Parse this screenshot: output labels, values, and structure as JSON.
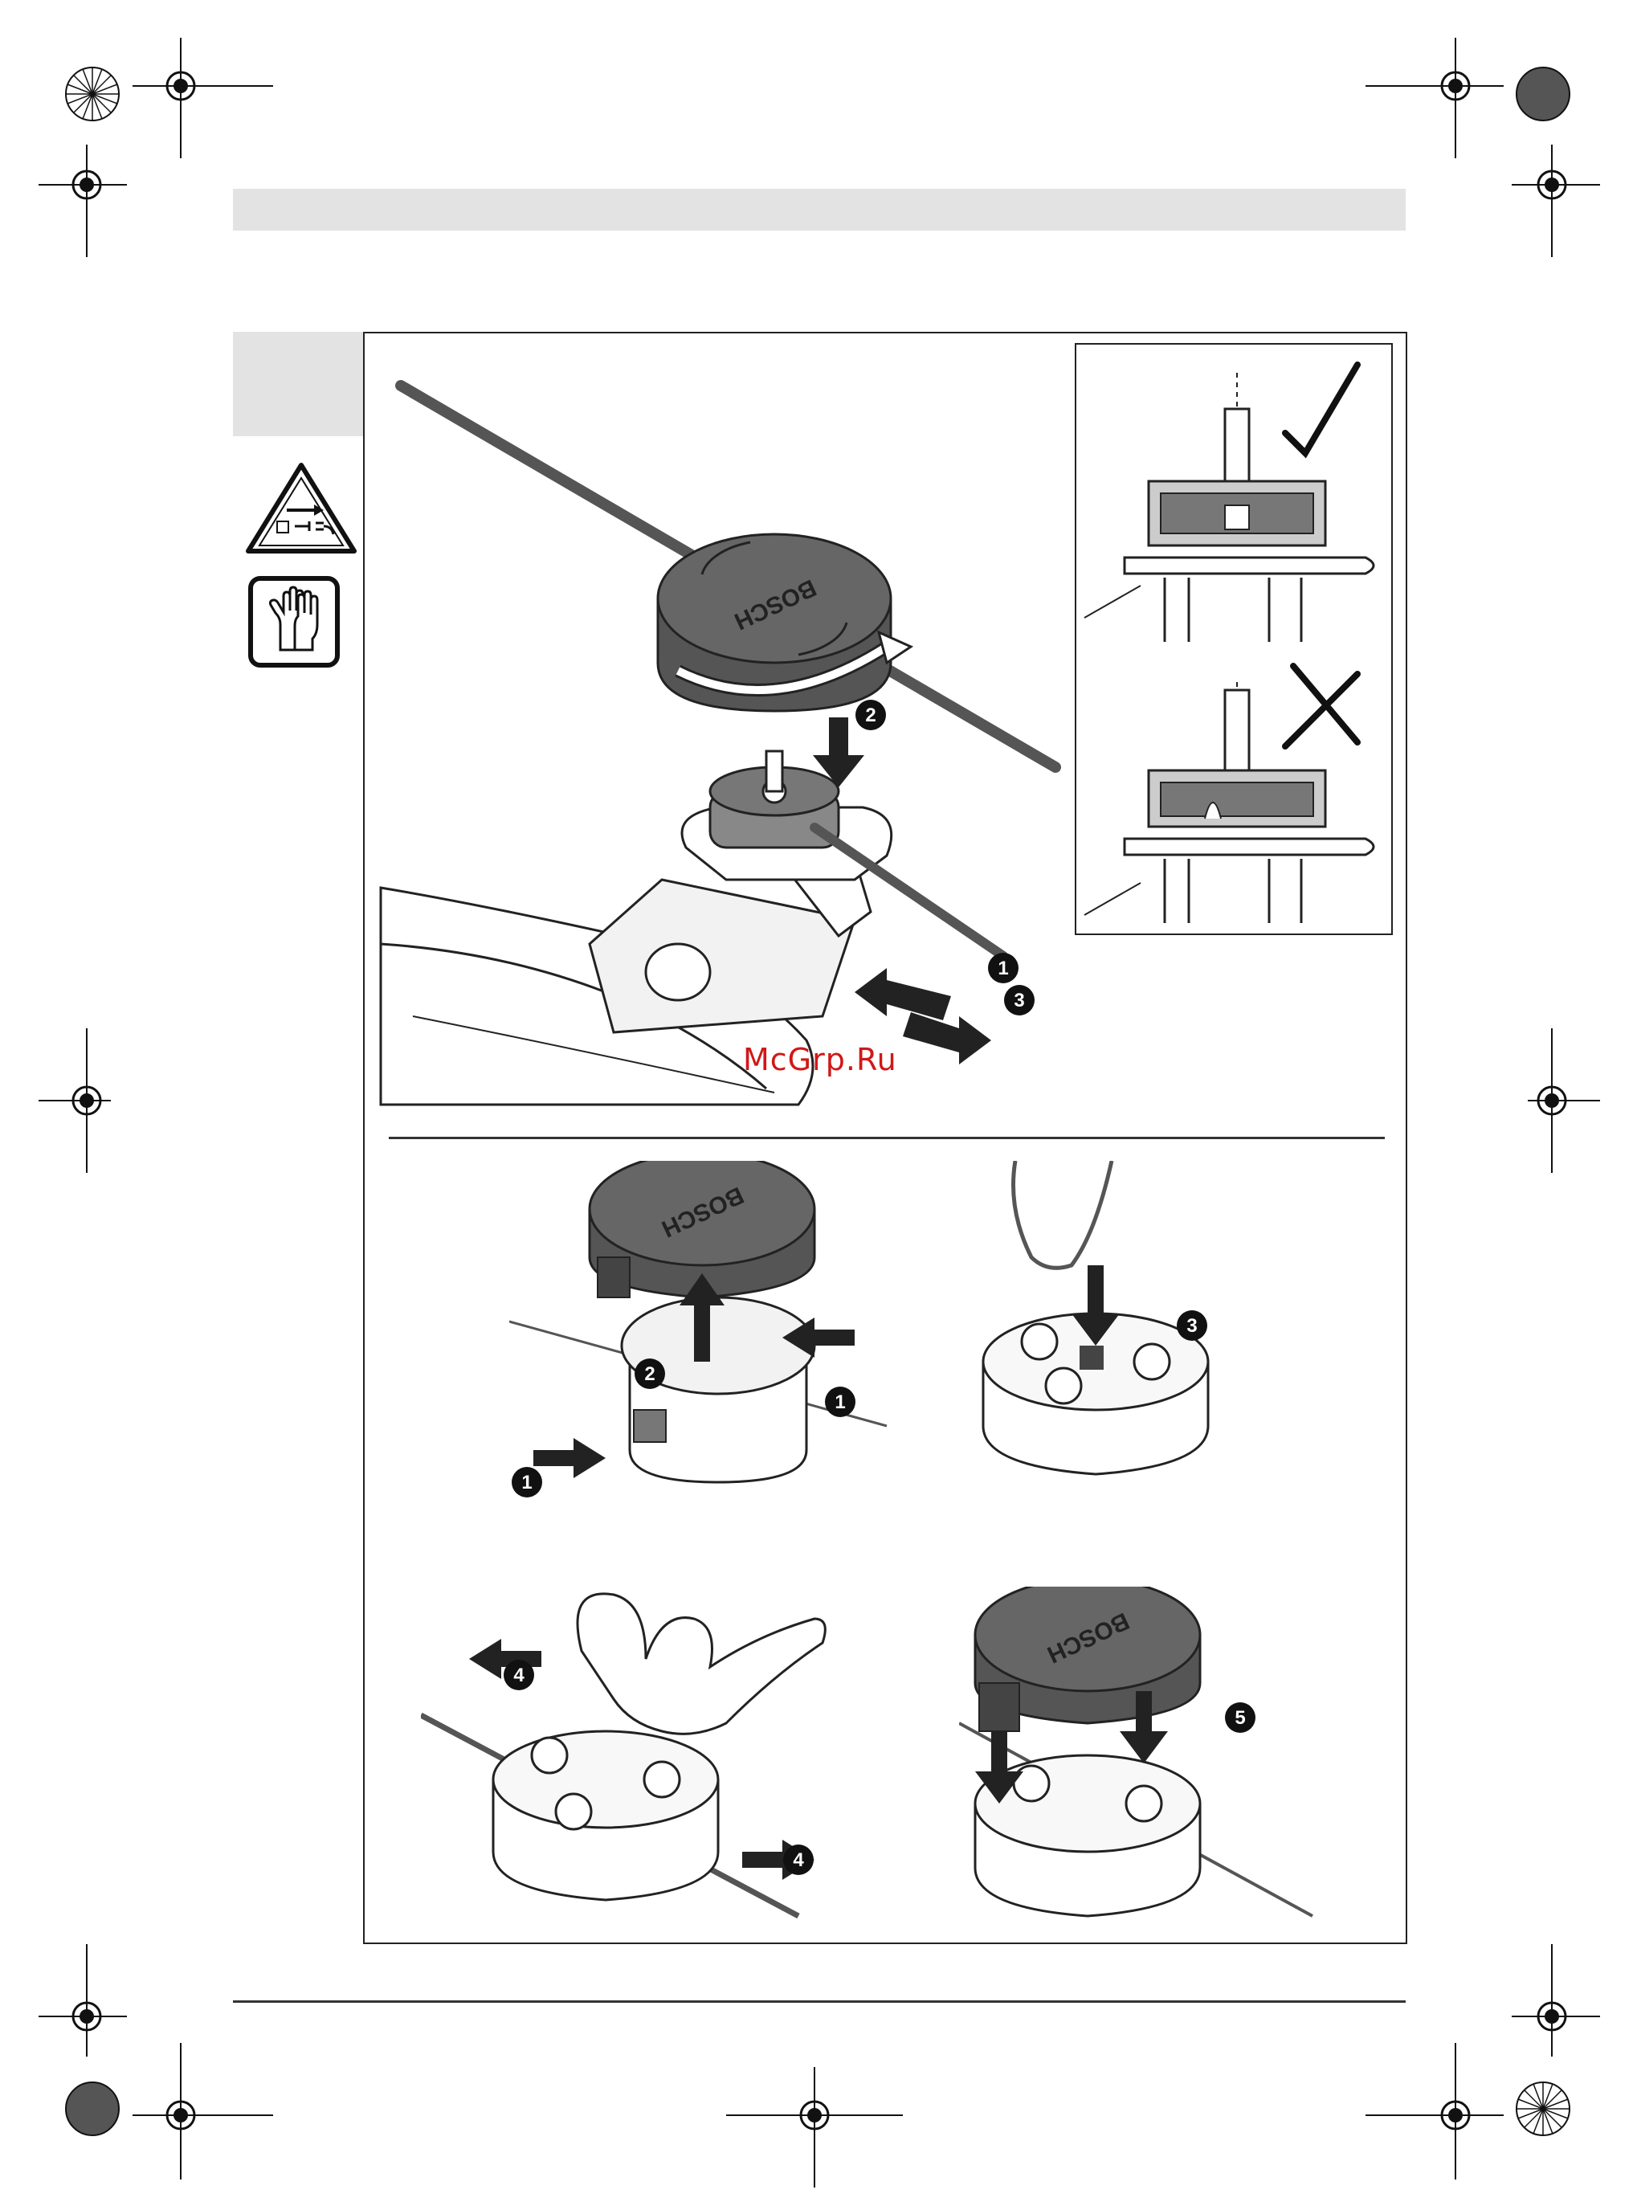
{
  "watermark": "McGrp.Ru",
  "brand_text": "BOSCH",
  "step_markers": {
    "top_2": "2",
    "top_1": "1",
    "top_3": "3",
    "p1_2": "2",
    "p1_1a": "1",
    "p1_1b": "1",
    "p2_3": "3",
    "p3_4a": "4",
    "p3_4b": "4",
    "p4_5": "5"
  },
  "colors": {
    "header_gray": "#e3e3e3",
    "cap_dark": "#555555",
    "watermark_red": "#d01818"
  },
  "icons": [
    "unplug-warning-icon",
    "gloves-icon",
    "check-mark-icon",
    "cross-mark-icon",
    "registration-mark-icon"
  ]
}
